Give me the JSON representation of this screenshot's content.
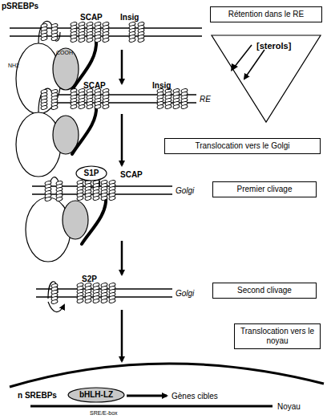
{
  "diagram": {
    "nodes": [
      {
        "text": [
          "Rétention dans le RE"
        ]
      },
      {
        "text": [
          "[sterols]"
        ]
      },
      {
        "text": [
          "Translocation vers le Golgi"
        ]
      },
      {
        "text": [
          "S1P"
        ]
      },
      {
        "text": [
          "Premier clivage"
        ]
      },
      {
        "text": [
          "Second clivage"
        ]
      },
      {
        "text": [
          "Translocation vers le noyau"
        ]
      },
      {
        "text": [
          "bHLH-LZ"
        ]
      }
    ],
    "labels": [
      "pSREBPs",
      "SCAP",
      "Insig",
      "NH2",
      "COOH",
      "SCAP",
      "Insig",
      "RE",
      "SCAP",
      "Golgi",
      "S2P",
      "Golgi",
      "n SREBPs",
      "Gènes cibles",
      "SRE/E-box",
      "Noyau"
    ]
  }
}
